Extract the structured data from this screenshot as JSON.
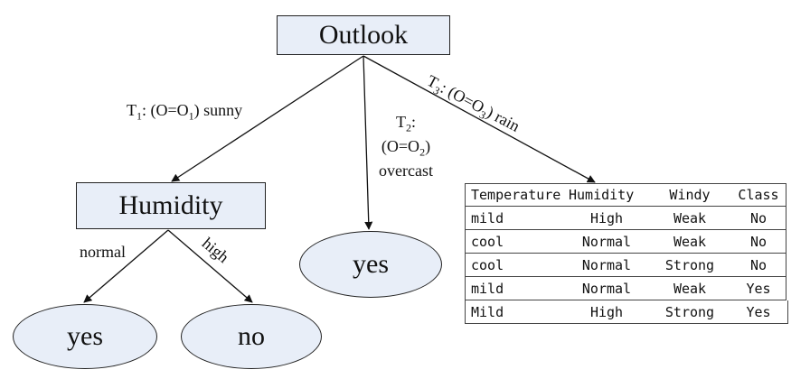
{
  "nodes": {
    "root": "Outlook",
    "humidity": "Humidity",
    "overcast_leaf": "yes",
    "normal_leaf": "yes",
    "high_leaf": "no"
  },
  "edges": {
    "sunny": {
      "prefix": "T",
      "sub1": "1",
      "mid": ": (O=O",
      "sub2": "1",
      "suffix": ") sunny"
    },
    "overcast": {
      "prefix": "T",
      "sub1": "2",
      "colon": ":",
      "line2_prefix": "(O=O",
      "sub2": "2",
      "line2_suffix": ")",
      "line3": "overcast"
    },
    "rain": {
      "prefix": "T",
      "sub1": "3",
      "mid": ": (O=O",
      "sub2": "3",
      "suffix": ") rain"
    },
    "normal": "normal",
    "high": "high"
  },
  "rain_table": {
    "headers": [
      "Temperature",
      "Humidity",
      "Windy",
      "Class"
    ],
    "rows": [
      [
        "mild",
        "High",
        "Weak",
        "No"
      ],
      [
        "cool",
        "Normal",
        "Weak",
        "No"
      ],
      [
        "cool",
        "Normal",
        "Strong",
        "No"
      ],
      [
        "mild",
        "Normal",
        "Weak",
        "Yes"
      ],
      [
        "Mild",
        "High",
        "Strong",
        "Yes"
      ]
    ]
  }
}
